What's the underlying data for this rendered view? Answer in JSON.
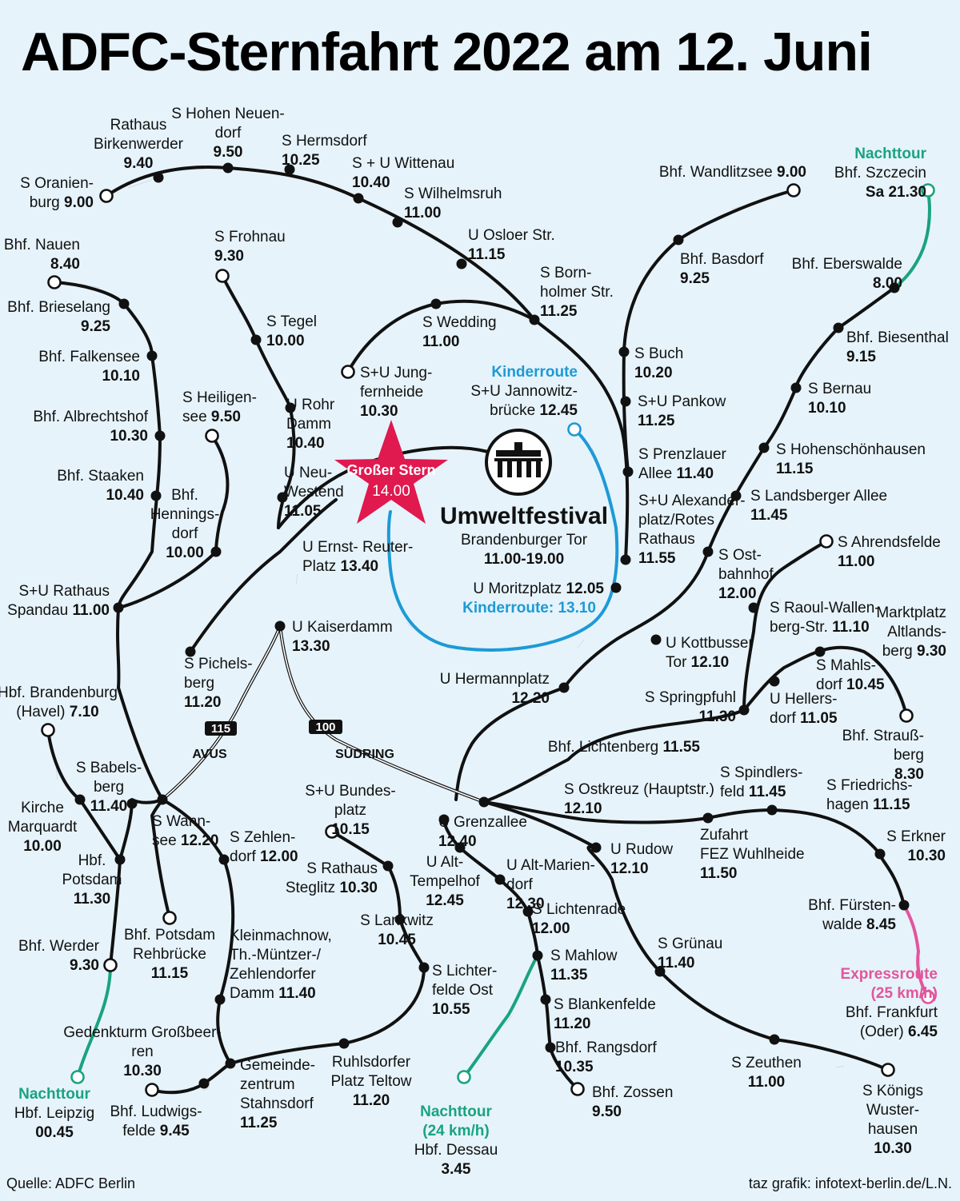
{
  "title": "ADFC-Sternfahrt 2022 am 12. Juni",
  "source": "Quelle: ADFC Berlin",
  "credit": "taz grafik: infotext-berlin.de/L.N.",
  "center": {
    "star_title": "Großer Stern",
    "star_time": "14.00",
    "festival_title": "Umweltfestival",
    "festival_place": "Brandenburger Tor",
    "festival_time": "11.00-19.00"
  },
  "roads": {
    "avus_number": "115",
    "avus_label": "AVUS",
    "suedring_number": "100",
    "suedring_label": "SÜDRING"
  },
  "special_labels": {
    "nachttour": "Nachttour",
    "kinderroute": "Kinderroute",
    "expressroute": "Expressroute",
    "express_speed": "(25 km/h)",
    "dessau_speed": "(24 km/h)"
  },
  "stops": {
    "oranienburg": {
      "l1": "S Oranien-",
      "l2": "burg",
      "time": "9.00"
    },
    "birkenwerder": {
      "l1": "Rathaus",
      "l2": "Birkenwerder",
      "time": "9.40"
    },
    "hohenneuendorf": {
      "l1": "S Hohen Neuen-",
      "l2": "dorf",
      "time": "9.50"
    },
    "hermsdorf": {
      "l1": "S Hermsdorf",
      "time": "10.25"
    },
    "wittenau": {
      "l1": "S + U Wittenau",
      "time": "10.40"
    },
    "wilhelmsruh": {
      "l1": "S Wilhelmsruh",
      "time": "11.00"
    },
    "osloer": {
      "l1": "U Osloer Str.",
      "time": "11.15"
    },
    "bornholmer": {
      "l1": "S Born-",
      "l2": "holmer Str.",
      "time": "11.25"
    },
    "wandlitzsee": {
      "l1": "Bhf. Wandlitzsee",
      "time": "9.00"
    },
    "basdorf": {
      "l1": "Bhf. Basdorf",
      "time": "9.25"
    },
    "buch": {
      "l1": "S Buch",
      "time": "10.20"
    },
    "pankow": {
      "l1": "S+U Pankow",
      "time": "11.25"
    },
    "prenzlauer": {
      "l1": "S Prenzlauer",
      "l2": "Allee",
      "time": "11.40"
    },
    "alexander": {
      "l1": "S+U Alexander-",
      "l2": "platz/Rotes",
      "l3": "Rathaus",
      "time": "11.55"
    },
    "szczecin": {
      "l1": "Bhf. Szczecin",
      "time": "Sa 21.30"
    },
    "eberswalde": {
      "l1": "Bhf. Eberswalde",
      "time": "8.00"
    },
    "biesenthal": {
      "l1": "Bhf. Biesenthal",
      "time": "9.15"
    },
    "bernau": {
      "l1": "S Bernau",
      "time": "10.10"
    },
    "hohenschoenhausen": {
      "l1": "S Hohenschönhausen",
      "time": "11.15"
    },
    "landsberger": {
      "l1": "S Landsberger Allee",
      "time": "11.45"
    },
    "ostbahnhof": {
      "l1": "S Ost-",
      "l2": "bahnhof",
      "time": "12.00"
    },
    "nauen": {
      "l1": "Bhf. Nauen",
      "time": "8.40"
    },
    "brieselang": {
      "l1": "Bhf. Brieselang",
      "time": "9.25"
    },
    "falkensee": {
      "l1": "Bhf. Falkensee",
      "time": "10.10"
    },
    "albrechtshof": {
      "l1": "Bhf. Albrechtshof",
      "time": "10.30"
    },
    "staaken": {
      "l1": "Bhf. Staaken",
      "time": "10.40"
    },
    "spandau": {
      "l1": "S+U  Rathaus",
      "l2": "Spandau",
      "time": "11.00"
    },
    "frohnau": {
      "l1": "S Frohnau",
      "time": "9.30"
    },
    "tegel": {
      "l1": "S Tegel",
      "time": "10.00"
    },
    "rohrdamm": {
      "l1": "U Rohr",
      "l2": "Damm",
      "time": "10.40"
    },
    "neuwestend": {
      "l1": "U Neu-",
      "l2": "Westend",
      "time": "11.05"
    },
    "heiligensee": {
      "l1": "S Heiligen-",
      "l2": "see",
      "time": "9.50"
    },
    "henningsdorf": {
      "l1": "Bhf.",
      "l2": "Hennings-",
      "l3": "dorf",
      "time": "10.00"
    },
    "jungfernheide": {
      "l1": "S+U Jung-",
      "l2": "fernheide",
      "time": "10.30"
    },
    "wedding": {
      "l1": "S Wedding",
      "time": "11.00"
    },
    "jannowitz": {
      "l1": "S+U Jannowitz-",
      "l2": "brücke",
      "time": "12.45"
    },
    "moritzplatz": {
      "l1": "U Moritzplatz",
      "time": "12.05"
    },
    "kinder_ziel": {
      "l1": "Kinderroute:",
      "time": "13.10"
    },
    "ernstreuter": {
      "l1": "U Ernst- Reuter-",
      "l2": "Platz",
      "time": "13.40"
    },
    "kaiserdamm": {
      "l1": "U Kaiserdamm",
      "time": "13.30"
    },
    "pichelsberg": {
      "l1": "S Pichels-",
      "l2": "berg",
      "time": "11.20"
    },
    "hermannplatz": {
      "l1": "U Hermannplatz",
      "time": "12.20"
    },
    "kottbusser": {
      "l1": "U Kottbusser",
      "l2": "Tor",
      "time": "12.10"
    },
    "ahrensfelde": {
      "l1": "S Ahrendsfelde",
      "time": "11.00"
    },
    "raoul": {
      "l1": "S Raoul-Wallen-",
      "l2": "berg-Str.",
      "time": "11.10"
    },
    "springpfuhl": {
      "l1": "S  Springpfuhl",
      "time": "11.30"
    },
    "altlandsberg": {
      "l1": "Marktplatz",
      "l2": "Altlands-",
      "l3": "berg",
      "time": "9.30"
    },
    "mahlsdorf": {
      "l1": "S Mahls-",
      "l2": "dorf",
      "time": "10.45"
    },
    "hellersdorf": {
      "l1": "U Hellers-",
      "l2": "dorf",
      "time": "11.05"
    },
    "strausberg": {
      "l1": "Bhf. Strauß-",
      "l2": "berg",
      "time": "8.30"
    },
    "lichtenberg": {
      "l1": "Bhf. Lichtenberg",
      "time": "11.55"
    },
    "ostkreuz": {
      "l1": "S Ostkreuz (Hauptstr.)",
      "time": "12.10"
    },
    "spindlersfeld": {
      "l1": "S Spindlers-",
      "l2": "feld",
      "time": "11.45"
    },
    "friedrichshagen": {
      "l1": "S Friedrichs-",
      "l2": "hagen",
      "time": "11.15"
    },
    "erkner": {
      "l1": "S Erkner",
      "time": "10.30"
    },
    "fuerstenwalde": {
      "l1": "Bhf. Fürsten-",
      "l2": "walde",
      "time": "8.45"
    },
    "frankfurt": {
      "l1": "Bhf. Frankfurt",
      "l2": "(Oder)",
      "time": "6.45"
    },
    "fez": {
      "l1": "Zufahrt",
      "l2": "FEZ Wuhlheide",
      "time": "11.50"
    },
    "rudow": {
      "l1": "U Rudow",
      "time": "12.10"
    },
    "gruenau": {
      "l1": "S Grünau",
      "time": "11.40"
    },
    "zeuthen": {
      "l1": "S Zeuthen",
      "time": "11.00"
    },
    "koenigswusterhausen": {
      "l1": "S Königs",
      "l2": "Wuster-",
      "l3": "hausen",
      "time": "10.30"
    },
    "grenzallee": {
      "l1": "U Grenzallee",
      "time": "12.40"
    },
    "alttempelhof": {
      "l1": "U Alt-",
      "l2": "Tempelhof",
      "time": "12.45"
    },
    "altmariendorf": {
      "l1": "U Alt-Marien-",
      "l2": "dorf",
      "time": "12.30"
    },
    "lichtenrade": {
      "l1": "S Lichtenrade",
      "time": "12.00"
    },
    "mahlow": {
      "l1": "S Mahlow",
      "time": "11.35"
    },
    "blankenfelde": {
      "l1": "S Blankenfelde",
      "time": "11.20"
    },
    "rangsdorf": {
      "l1": "Bhf. Rangsdorf",
      "time": "10.35"
    },
    "zossen": {
      "l1": "Bhf. Zossen",
      "time": "9.50"
    },
    "dessau": {
      "l1": "Hbf. Dessau",
      "time": "3.45"
    },
    "bundesplatz": {
      "l1": "S+U Bundes-",
      "l2": "platz",
      "time": "10.15"
    },
    "steglitz": {
      "l1": "S Rathaus",
      "l2": "Steglitz",
      "time": "10.30"
    },
    "lankwitz": {
      "l1": "S Lankwitz",
      "time": "10.45"
    },
    "lichterfelde": {
      "l1": "S Lichter-",
      "l2": "felde Ost",
      "time": "10.55"
    },
    "teltow": {
      "l1": "Ruhlsdorfer",
      "l2": "Platz Teltow",
      "time": "11.20"
    },
    "stahnsdorf": {
      "l1": "Gemeinde-",
      "l2": "zentrum",
      "l3": "Stahnsdorf",
      "time": "11.25"
    },
    "kleinmachnow": {
      "l1": "Kleinmachnow,",
      "l2": "Th.-Müntzer-/",
      "l3": "Zehlendorfer",
      "l4": "Damm",
      "time": "11.40"
    },
    "zehlendorf": {
      "l1": "S Zehlen-",
      "l2": "dorf",
      "time": "12.00"
    },
    "wannsee": {
      "l1": "S Wann-",
      "l2": "see",
      "time": "12.20"
    },
    "babelsberg": {
      "l1": "S Babels-",
      "l2": "berg",
      "time": "11.40"
    },
    "rehbruecke": {
      "l1": "Bhf. Potsdam",
      "l2": "Rehbrücke",
      "time": "11.15"
    },
    "brandenburg": {
      "l1": "Hbf. Brandenburg",
      "l2": "(Havel)",
      "time": "7.10"
    },
    "marquardt": {
      "l1": "Kirche",
      "l2": "Marquardt",
      "time": "10.00"
    },
    "potsdam": {
      "l1": "Hbf.",
      "l2": "Potsdam",
      "time": "11.30"
    },
    "werder": {
      "l1": "Bhf. Werder",
      "time": "9.30"
    },
    "grossbeeren": {
      "l1": "Gedenkturm Großbeer-",
      "l2": "ren",
      "time": "10.30"
    },
    "ludwigsfelde": {
      "l1": "Bhf. Ludwigs-",
      "l2": "felde",
      "time": "9.45"
    },
    "leipzig": {
      "l1": "Hbf. Leipzig",
      "time": "00.45"
    }
  }
}
